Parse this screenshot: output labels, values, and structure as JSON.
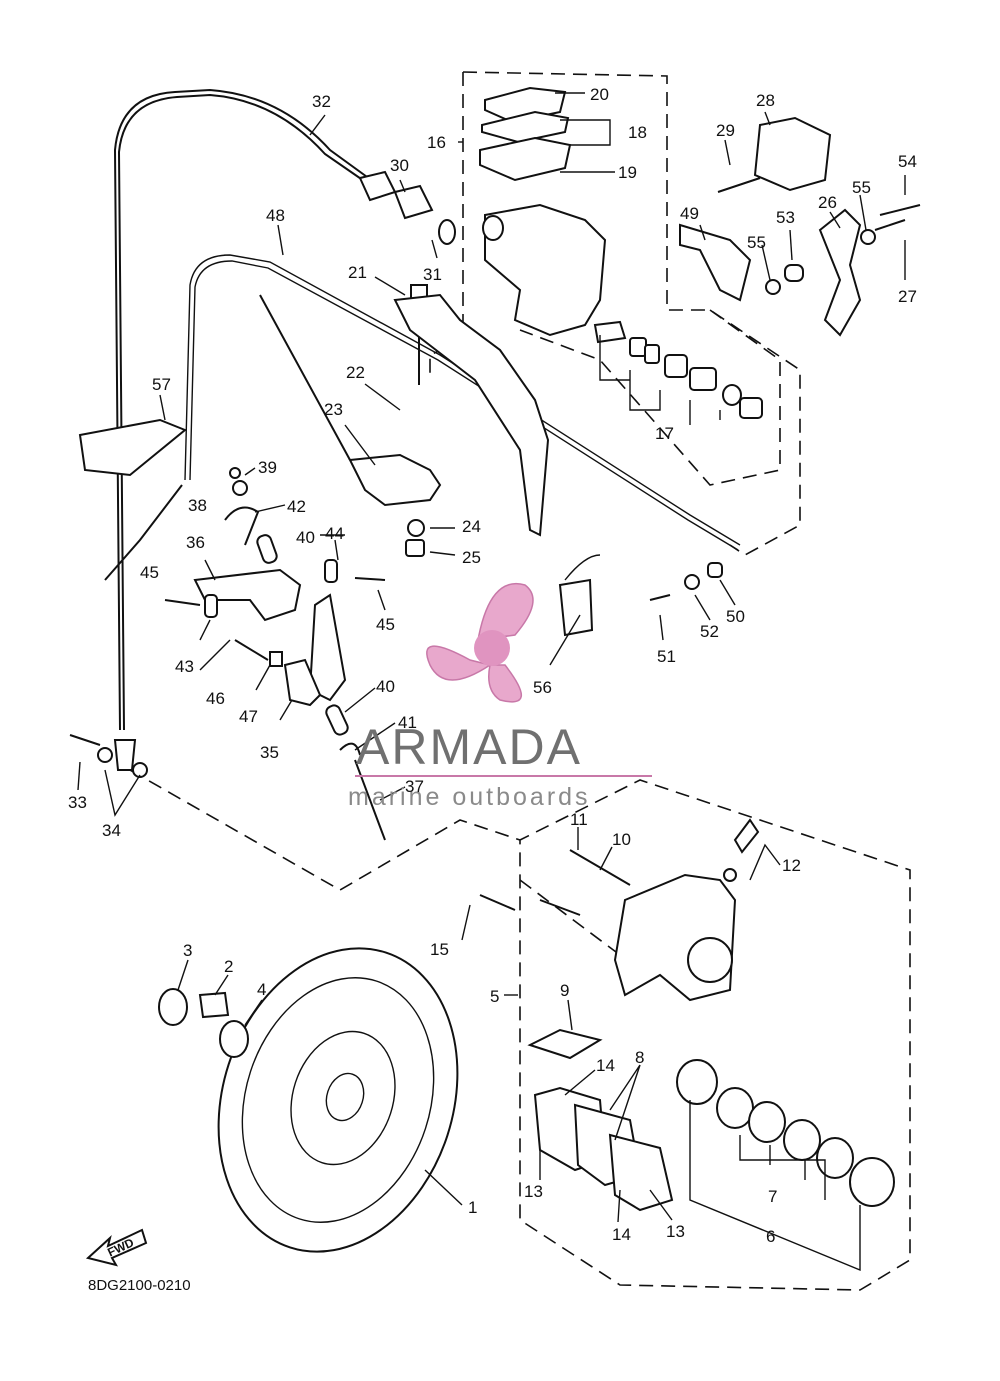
{
  "diagram": {
    "callouts": [
      {
        "n": "1"
      },
      {
        "n": "2"
      },
      {
        "n": "3"
      },
      {
        "n": "4"
      },
      {
        "n": "5"
      },
      {
        "n": "6"
      },
      {
        "n": "7"
      },
      {
        "n": "8"
      },
      {
        "n": "9"
      },
      {
        "n": "10"
      },
      {
        "n": "11"
      },
      {
        "n": "12"
      },
      {
        "n": "13"
      },
      {
        "n": "13"
      },
      {
        "n": "14"
      },
      {
        "n": "14"
      },
      {
        "n": "15"
      },
      {
        "n": "16"
      },
      {
        "n": "17"
      },
      {
        "n": "18"
      },
      {
        "n": "19"
      },
      {
        "n": "20"
      },
      {
        "n": "21"
      },
      {
        "n": "22"
      },
      {
        "n": "23"
      },
      {
        "n": "24"
      },
      {
        "n": "25"
      },
      {
        "n": "26"
      },
      {
        "n": "27"
      },
      {
        "n": "28"
      },
      {
        "n": "29"
      },
      {
        "n": "30"
      },
      {
        "n": "31"
      },
      {
        "n": "32"
      },
      {
        "n": "33"
      },
      {
        "n": "34"
      },
      {
        "n": "35"
      },
      {
        "n": "36"
      },
      {
        "n": "37"
      },
      {
        "n": "38"
      },
      {
        "n": "39"
      },
      {
        "n": "40"
      },
      {
        "n": "40"
      },
      {
        "n": "41"
      },
      {
        "n": "42"
      },
      {
        "n": "43"
      },
      {
        "n": "44"
      },
      {
        "n": "45"
      },
      {
        "n": "45"
      },
      {
        "n": "46"
      },
      {
        "n": "47"
      },
      {
        "n": "48"
      },
      {
        "n": "49"
      },
      {
        "n": "50"
      },
      {
        "n": "51"
      },
      {
        "n": "52"
      },
      {
        "n": "53"
      },
      {
        "n": "54"
      },
      {
        "n": "55"
      },
      {
        "n": "55"
      },
      {
        "n": "56"
      },
      {
        "n": "57"
      }
    ],
    "fwd_label": "FWD",
    "drawing_code": "8DG2100-0210"
  },
  "watermark": {
    "brand": "ARMADA",
    "tagline": "marine outboards",
    "logo_color": "#e8a8cc",
    "text_color": "#707070"
  }
}
